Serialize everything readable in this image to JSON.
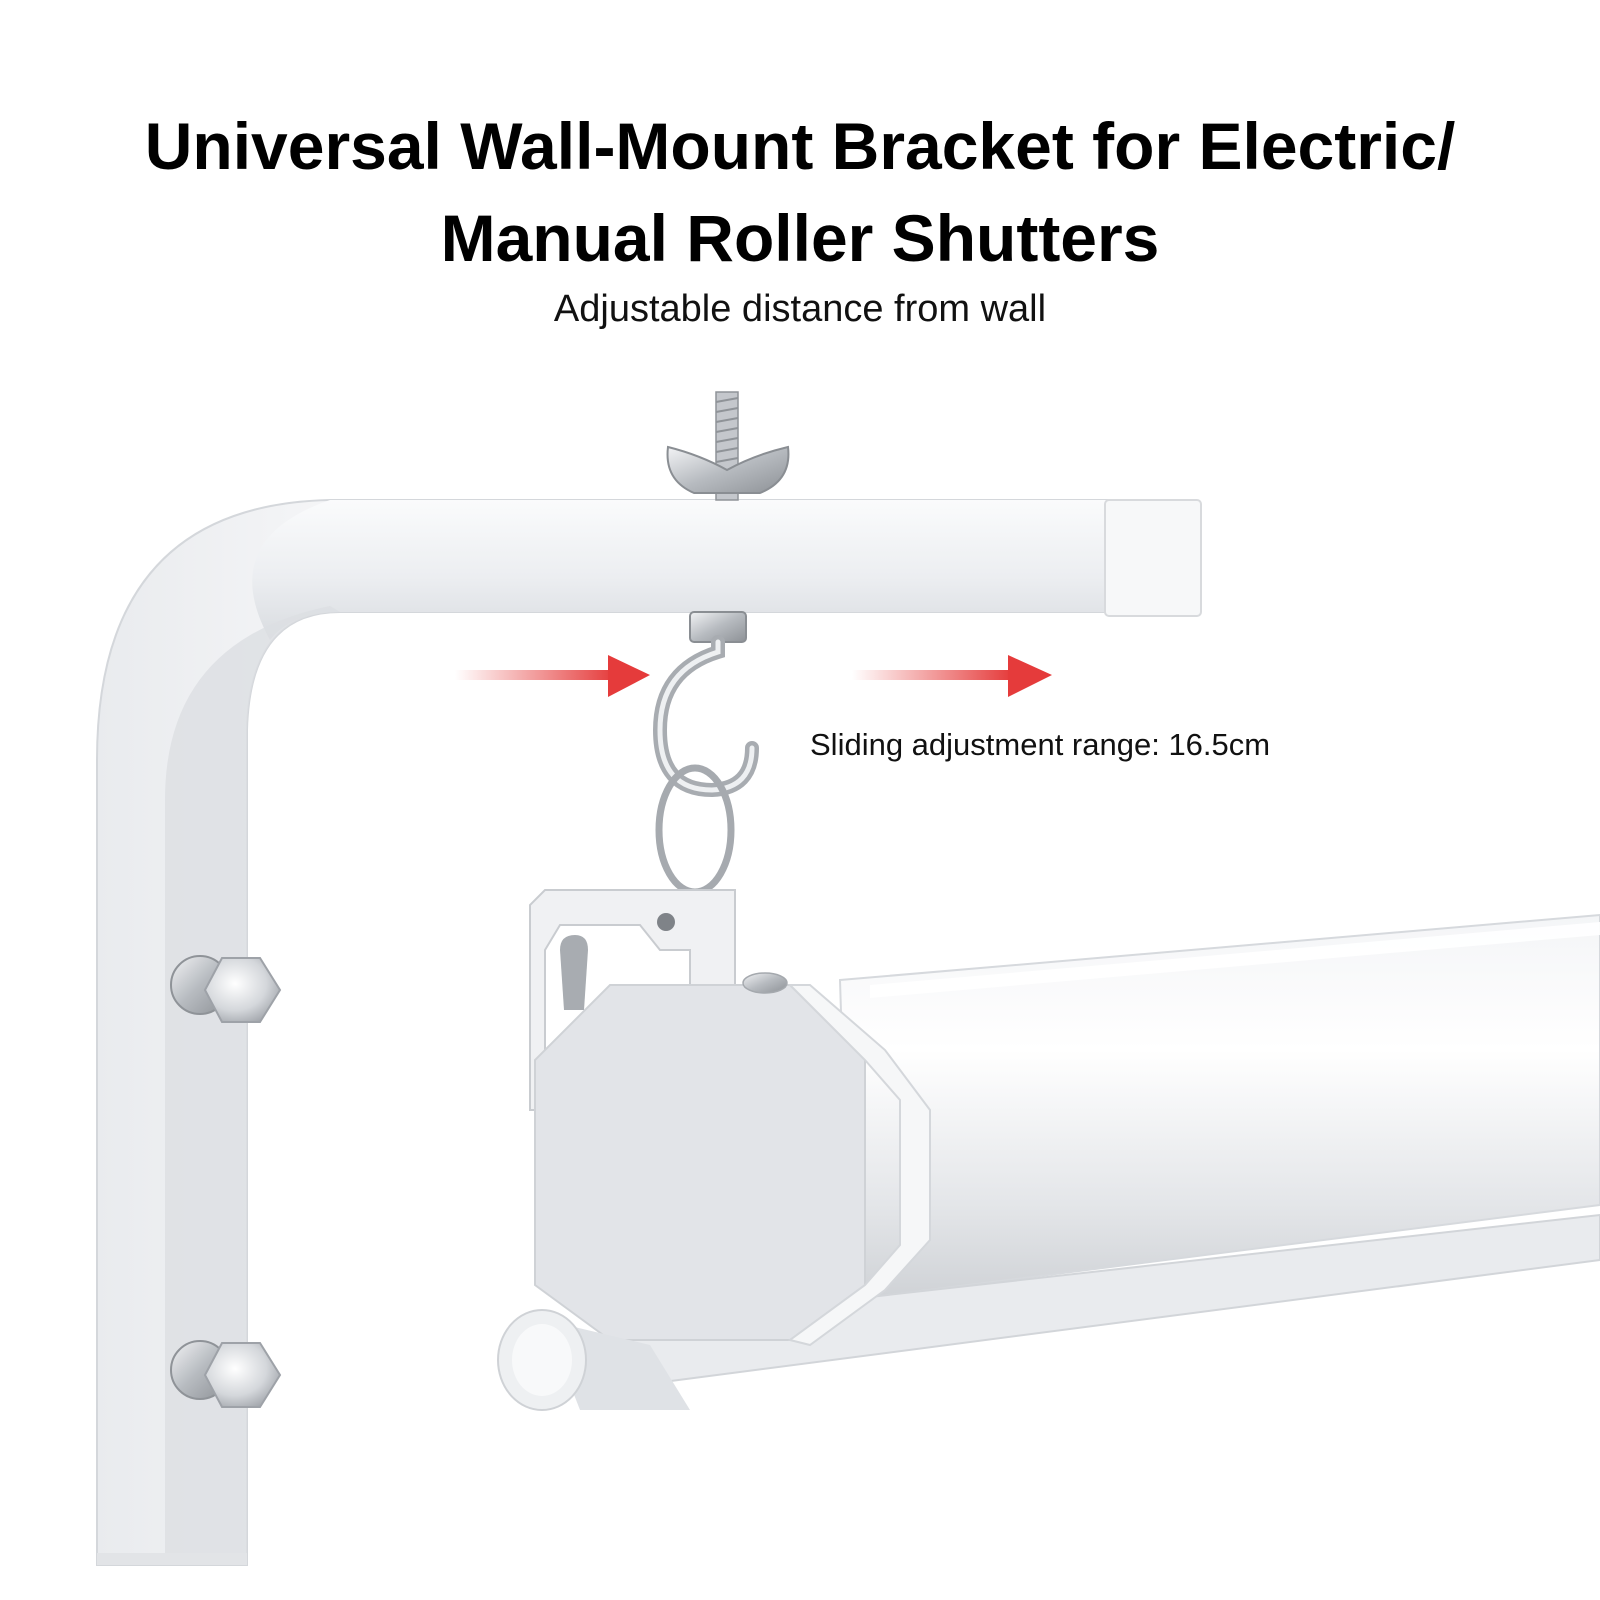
{
  "title_line1": "Universal Wall-Mount Bracket for Electric/",
  "title_line2": "Manual Roller Shutters",
  "subtitle": "Adjustable distance from wall",
  "range_label": "Sliding adjustment range: 16.5cm",
  "colors": {
    "bracket": "#f1f2f4",
    "bracket_shadow": "#d7d9dd",
    "metal": "#b9bcc1",
    "arrow_red": "#e53b3b",
    "end_cap": "#e6e7ea"
  }
}
